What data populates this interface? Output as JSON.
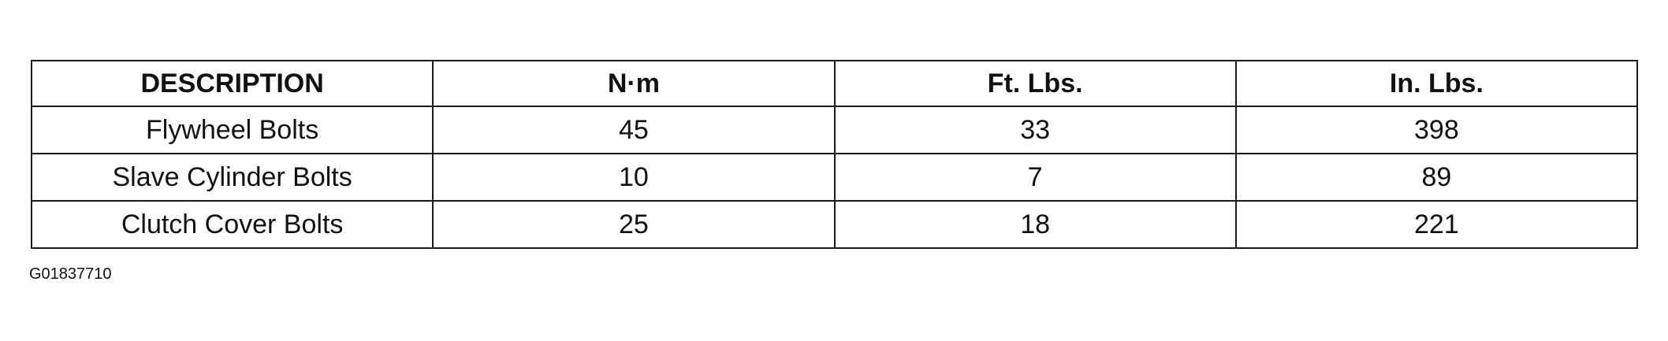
{
  "table": {
    "headers": [
      "DESCRIPTION",
      "N·m",
      "Ft. Lbs.",
      "In. Lbs."
    ],
    "rows": [
      [
        "Flywheel Bolts",
        "45",
        "33",
        "398"
      ],
      [
        "Slave Cylinder Bolts",
        "10",
        "7",
        "89"
      ],
      [
        "Clutch Cover Bolts",
        "25",
        "18",
        "221"
      ]
    ]
  },
  "figure_id": "G01837710"
}
